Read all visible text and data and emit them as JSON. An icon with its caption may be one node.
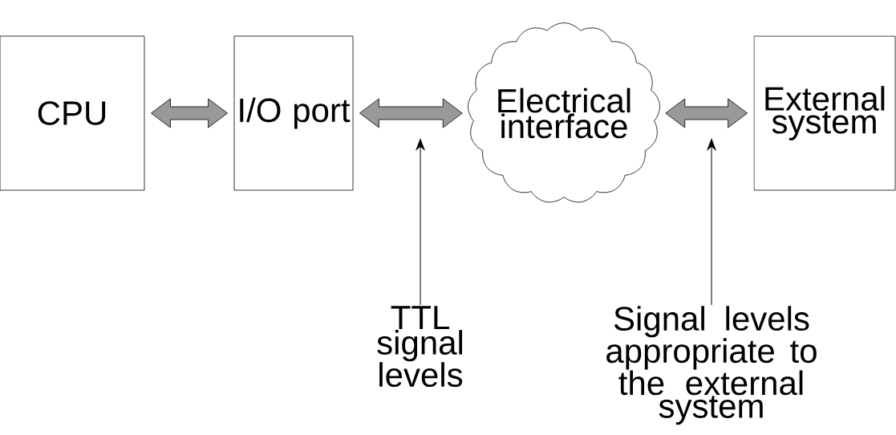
{
  "diagram": {
    "nodes": [
      {
        "text": [
          "CPU"
        ]
      },
      {
        "text": [
          "I/O port"
        ]
      },
      {
        "text": [
          "Electrical interface"
        ]
      },
      {
        "text": [
          "External system"
        ]
      },
      {
        "text": [
          "TTL signal levels"
        ]
      },
      {
        "text": [
          "Signal levels appropriate to the external system"
        ]
      }
    ],
    "edges": [
      {
        "from": 0,
        "to": 1,
        "arrow": "both"
      },
      {
        "from": 1,
        "to": 2,
        "arrow": "both"
      },
      {
        "from": 2,
        "to": 3,
        "arrow": "both"
      },
      {
        "from": 4,
        "to": null,
        "arrow": "to"
      },
      {
        "from": 5,
        "to": null,
        "arrow": "to"
      }
    ]
  }
}
